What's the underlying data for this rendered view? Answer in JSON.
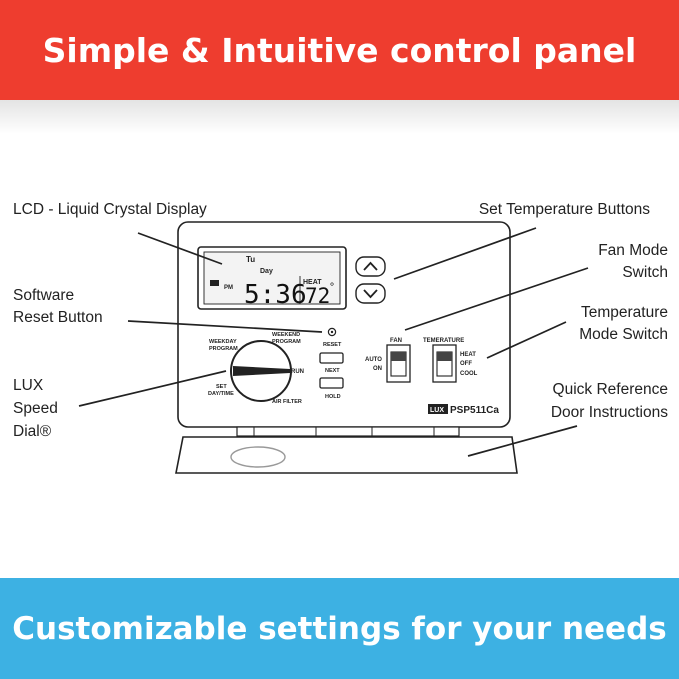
{
  "banners": {
    "top": "Simple & Intuitive control panel",
    "bottom": "Customizable settings for your needs"
  },
  "callouts": {
    "lcd": "LCD - Liquid Crystal Display",
    "set_temp_buttons": "Set Temperature Buttons",
    "fan_mode": [
      "Fan Mode",
      "Switch"
    ],
    "software_reset": [
      "Software",
      "Reset Button"
    ],
    "temp_mode": [
      "Temperature",
      "Mode Switch"
    ],
    "lux_speed_dial": [
      "LUX",
      "Speed",
      "Dial®"
    ],
    "quick_ref": [
      "Quick Reference",
      "Door Instructions"
    ]
  },
  "device": {
    "lcd_day": "Tu",
    "lcd_day_label": "Day",
    "lcd_pm": "PM",
    "lcd_time": "5:36",
    "lcd_heat": "HEAT",
    "lcd_temp": "72",
    "lcd_degree": "°",
    "reset_label": "RESET",
    "weekday_program": [
      "WEEKDAY",
      "PROGRAM"
    ],
    "weekend_program": [
      "WEEKEND",
      "PROGRAM"
    ],
    "run_label": "RUN",
    "set_day_time": [
      "SET",
      "DAY/TIME"
    ],
    "air_filter": "AIR FILTER",
    "next_label": "NEXT",
    "hold_label": "HOLD",
    "fan_label": "FAN",
    "fan_auto": "AUTO",
    "fan_on": "ON",
    "temp_mode_label": "TEMERATURE",
    "heat": "HEAT",
    "off": "OFF",
    "cool": "COOL",
    "brand_logo": "LUX",
    "model": "PSP511Ca"
  },
  "colors": {
    "top_banner": "#ee3d2f",
    "bottom_banner": "#3db1e3",
    "line": "#222222"
  }
}
